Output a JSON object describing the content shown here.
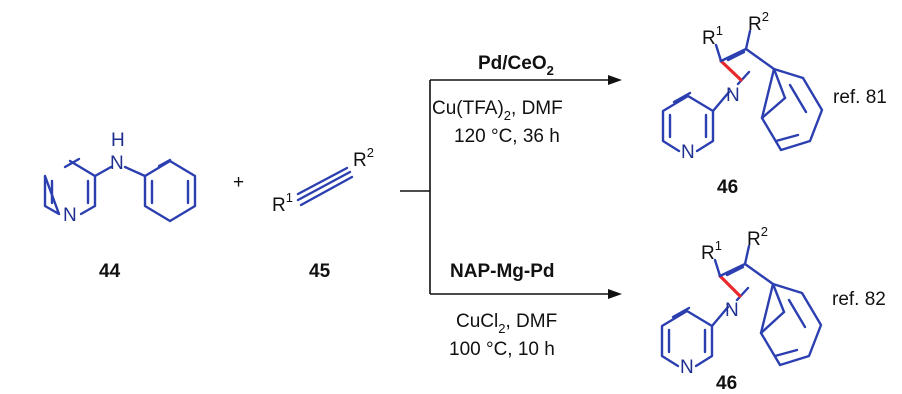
{
  "compounds": {
    "c44": {
      "label": "44",
      "atoms": {
        "H": "H",
        "N_amine": "N",
        "N_ring": "N"
      }
    },
    "c45": {
      "label": "45",
      "R1": "R",
      "R1_sup": "1",
      "R2": "R",
      "R2_sup": "2"
    },
    "plus": "+",
    "top_product": {
      "label": "46",
      "R1": "R",
      "R1_sup": "1",
      "R2": "R",
      "R2_sup": "2",
      "N_indole": "N",
      "N_pyr": "N"
    },
    "bottom_product": {
      "label": "46",
      "R1": "R",
      "R1_sup": "1",
      "R2": "R",
      "R2_sup": "2",
      "N_indole": "N",
      "N_pyr": "N"
    }
  },
  "conditions": {
    "top": {
      "catalyst_main": "Pd/CeO",
      "catalyst_sub": "2",
      "line1_a": "Cu(TFA)",
      "line1_sub": "2",
      "line1_b": ", DMF",
      "line2": "120 °C, 36 h",
      "ref": "ref. 81"
    },
    "bottom": {
      "catalyst": "NAP-Mg-Pd",
      "line1_a": "CuCl",
      "line1_sub": "2",
      "line1_b": ", DMF",
      "line2": "100 °C, 10 h",
      "ref": "ref. 82"
    }
  }
}
